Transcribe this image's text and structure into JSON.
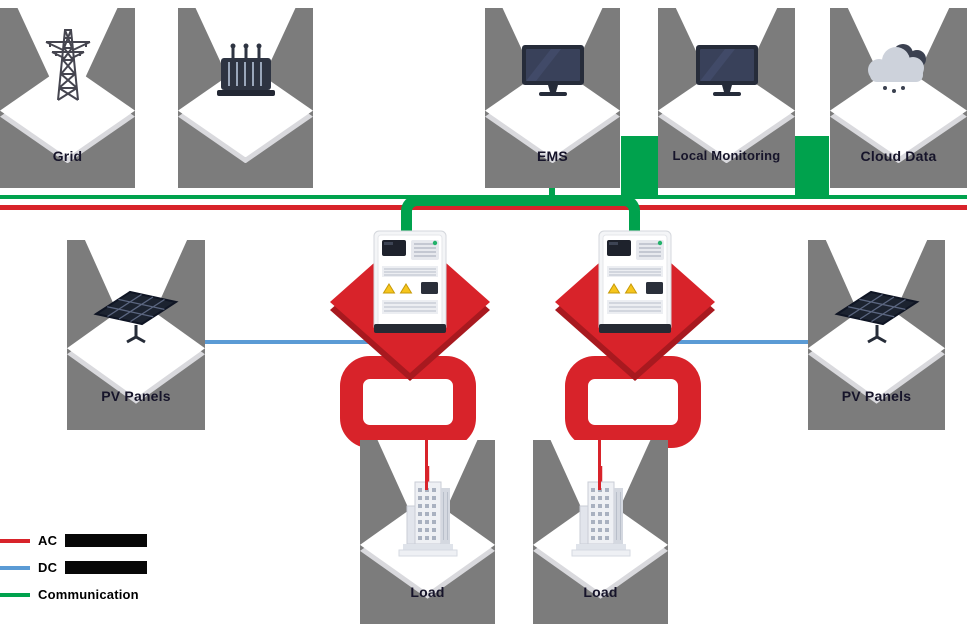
{
  "colors": {
    "ac_red": "#d8232a",
    "dc_blue": "#5b9bd5",
    "communication_green": "#00a24d",
    "tile_gray": "#7c7c7c",
    "label_dark": "#16142a"
  },
  "tiles": {
    "grid": {
      "label": "Grid",
      "icon": "transmission-tower-icon"
    },
    "transformer": {
      "label": "",
      "icon": "transformer-icon"
    },
    "ems": {
      "label": "EMS",
      "icon": "monitor-icon"
    },
    "local_monitoring": {
      "label": "Local Monitoring",
      "icon": "monitor-icon"
    },
    "cloud_data": {
      "label": "Cloud Data",
      "icon": "cloud-icon"
    },
    "pv_left": {
      "label": "PV Panels",
      "icon": "solar-panel-icon"
    },
    "pv_right": {
      "label": "PV Panels",
      "icon": "solar-panel-icon"
    },
    "load_left": {
      "label": "Load",
      "icon": "building-icon"
    },
    "load_right": {
      "label": "Load",
      "icon": "building-icon"
    }
  },
  "units": {
    "inverter_left": {
      "icon": "inverter-cabinet-icon"
    },
    "inverter_right": {
      "icon": "inverter-cabinet-icon"
    }
  },
  "legend": {
    "items": [
      {
        "label": "AC",
        "color": "#d8232a"
      },
      {
        "label": "DC",
        "color": "#5b9bd5"
      },
      {
        "label": "Communication",
        "color": "#00a24d"
      }
    ]
  }
}
